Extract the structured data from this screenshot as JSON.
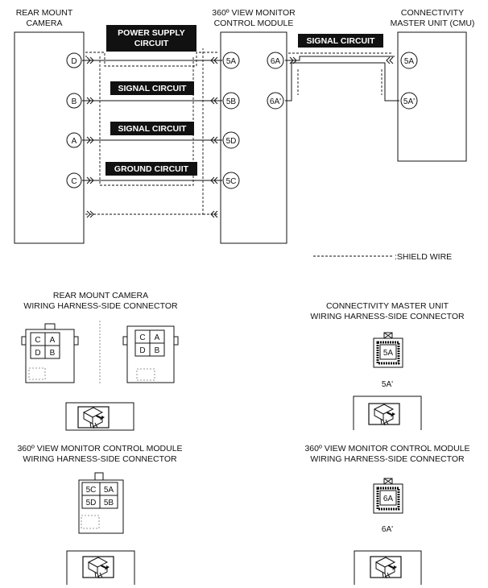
{
  "components": {
    "camera": [
      "REAR MOUNT",
      "CAMERA"
    ],
    "monitor": [
      "360º VIEW MONITOR",
      "CONTROL MODULE"
    ],
    "cmu": [
      "CONNECTIVITY",
      "MASTER UNIT (CMU)"
    ]
  },
  "circuits": {
    "power": [
      "POWER SUPPLY",
      "CIRCUIT"
    ],
    "signal_b": "SIGNAL CIRCUIT",
    "signal_a": "SIGNAL CIRCUIT",
    "ground": "GROUND CIRCUIT",
    "signal_cmu": "SIGNAL CIRCUIT"
  },
  "pins": {
    "camera": [
      "D",
      "B",
      "A",
      "C"
    ],
    "monitor_left": [
      "5A",
      "5B",
      "5D",
      "5C"
    ],
    "monitor_right": [
      "6A",
      "6A'"
    ],
    "cmu": [
      "5A",
      "5A'"
    ]
  },
  "legend": {
    "shield": ":SHIELD WIRE"
  },
  "connectors": {
    "camera_title": [
      "REAR MOUNT CAMERA",
      "WIRING HARNESS-SIDE CONNECTOR"
    ],
    "camera_cells": [
      "C",
      "A",
      "D",
      "B"
    ],
    "cmu_title": [
      "CONNECTIVITY MASTER UNIT",
      "WIRING HARNESS-SIDE CONNECTOR"
    ],
    "cmu_cell": "5A",
    "cmu_label": "5A'",
    "monitor_title_left": [
      "360º VIEW MONITOR CONTROL MODULE",
      "WIRING HARNESS-SIDE CONNECTOR"
    ],
    "monitor_cells": [
      "5C",
      "5A",
      "5D",
      "5B"
    ],
    "monitor_title_right": [
      "360º VIEW MONITOR CONTROL MODULE",
      "WIRING HARNESS-SIDE CONNECTOR"
    ],
    "monitor6_cell": "6A",
    "monitor6_label": "6A'"
  }
}
